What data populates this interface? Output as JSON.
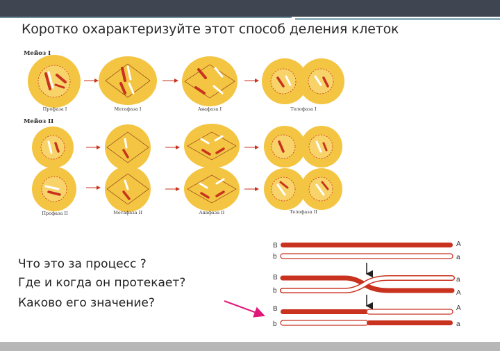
{
  "slide": {
    "title": "Коротко охарактеризуйте этот  способ деления клеток",
    "questions": [
      "Что это за процесс ?",
      " Где и когда он протекает?",
      "Каково его значение?"
    ]
  },
  "meiosis_diagram": {
    "meiosis1_header": "Мейоз I",
    "meiosis2_header": "Мейоз II",
    "meiosis1_stages": [
      "Профаза I",
      "Метафаза I",
      "Анафаза I",
      "Телофаза I"
    ],
    "meiosis2_stages": [
      "Профаза II",
      "Метафаза II",
      "Анафаза II",
      "Телофаза II"
    ]
  },
  "crossing_over": {
    "left_labels": [
      "B",
      "b",
      "B",
      "b",
      "B",
      "b"
    ],
    "right_labels": [
      "A",
      "a",
      "a",
      "A",
      "A",
      "a"
    ]
  },
  "colors": {
    "cell_fill": "#f4c542",
    "cell_inner": "#f7d36a",
    "chromosome_red": "#c8321e",
    "arrow_pink": "#e0187a",
    "dark_bar": "#3f4651"
  }
}
